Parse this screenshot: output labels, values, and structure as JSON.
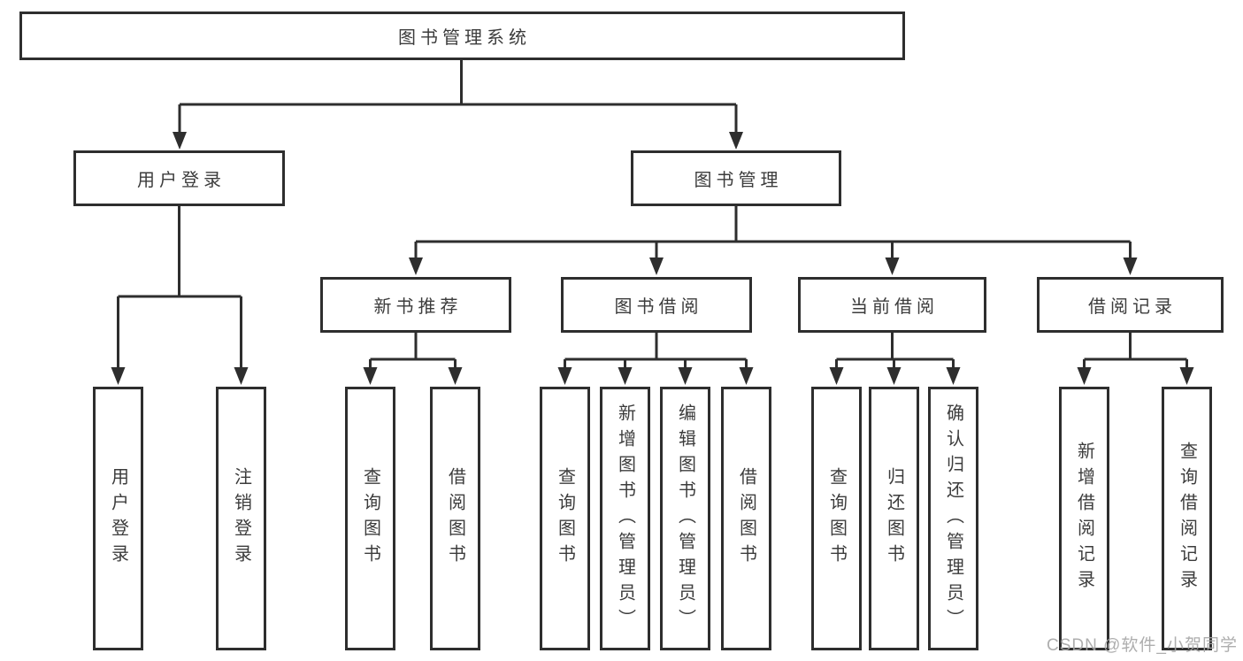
{
  "diagram": {
    "type": "functional-structure-tree",
    "tree": {
      "label": "图书管理系统",
      "children": [
        {
          "label": "用户登录",
          "children": [
            {
              "label": "用户登录"
            },
            {
              "label": "注销登录"
            }
          ]
        },
        {
          "label": "图书管理",
          "children": [
            {
              "label": "新书推荐",
              "children": [
                {
                  "label": "查询图书"
                },
                {
                  "label": "借阅图书"
                }
              ]
            },
            {
              "label": "图书借阅",
              "children": [
                {
                  "label": "查询图书"
                },
                {
                  "label": "新增图书（管理员）"
                },
                {
                  "label": "编辑图书（管理员）"
                },
                {
                  "label": "借阅图书"
                }
              ]
            },
            {
              "label": "当前借阅",
              "children": [
                {
                  "label": "查询图书"
                },
                {
                  "label": "归还图书"
                },
                {
                  "label": "确认归还（管理员）"
                }
              ]
            },
            {
              "label": "借阅记录",
              "children": [
                {
                  "label": "新增借阅记录"
                },
                {
                  "label": "查询借阅记录"
                }
              ]
            }
          ]
        }
      ]
    },
    "colors": {
      "line": "#2e2e2e",
      "text": "#3c3c3c",
      "box_background": "#ffffff",
      "page_background": "#ffffff",
      "watermark": "#a5a5a5"
    }
  },
  "watermark": {
    "text": "CSDN @软件_小贺同学"
  }
}
